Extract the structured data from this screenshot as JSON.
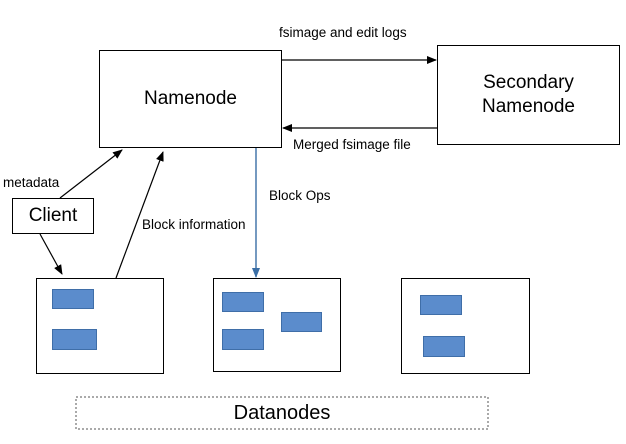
{
  "nodes": {
    "namenode": "Namenode",
    "secondary_line1": "Secondary",
    "secondary_line2": "Namenode",
    "client": "Client",
    "datanodes": "Datanodes"
  },
  "edges": {
    "fsimage_edit_logs": "fsimage and edit logs",
    "merged_fsimage": "Merged fsimage file",
    "metadata": "metadata",
    "block_information": "Block information",
    "block_ops": "Block Ops"
  },
  "colors": {
    "block_fill": "#5b8ccc",
    "block_ops_arrow": "#3a6ea5"
  }
}
